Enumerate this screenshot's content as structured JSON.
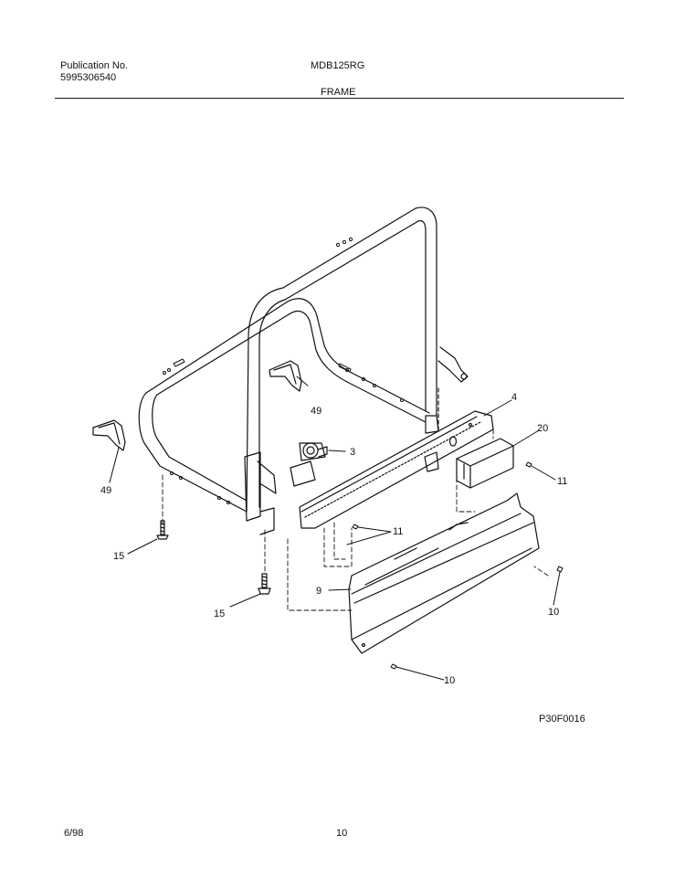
{
  "header": {
    "publication_label": "Publication No.",
    "publication_number": "5995306540",
    "model": "MDB125RG",
    "section_title": "FRAME"
  },
  "diagram": {
    "figure_code": "P30F0016",
    "callouts": [
      {
        "id": "49a",
        "label": "49"
      },
      {
        "id": "49b",
        "label": "49"
      },
      {
        "id": "3",
        "label": "3"
      },
      {
        "id": "4",
        "label": "4"
      },
      {
        "id": "20",
        "label": "20"
      },
      {
        "id": "11a",
        "label": "11"
      },
      {
        "id": "11b",
        "label": "11"
      },
      {
        "id": "15a",
        "label": "15"
      },
      {
        "id": "15b",
        "label": "15"
      },
      {
        "id": "9",
        "label": "9"
      },
      {
        "id": "10a",
        "label": "10"
      },
      {
        "id": "10b",
        "label": "10"
      }
    ]
  },
  "footer": {
    "date": "6/98",
    "page": "10"
  }
}
